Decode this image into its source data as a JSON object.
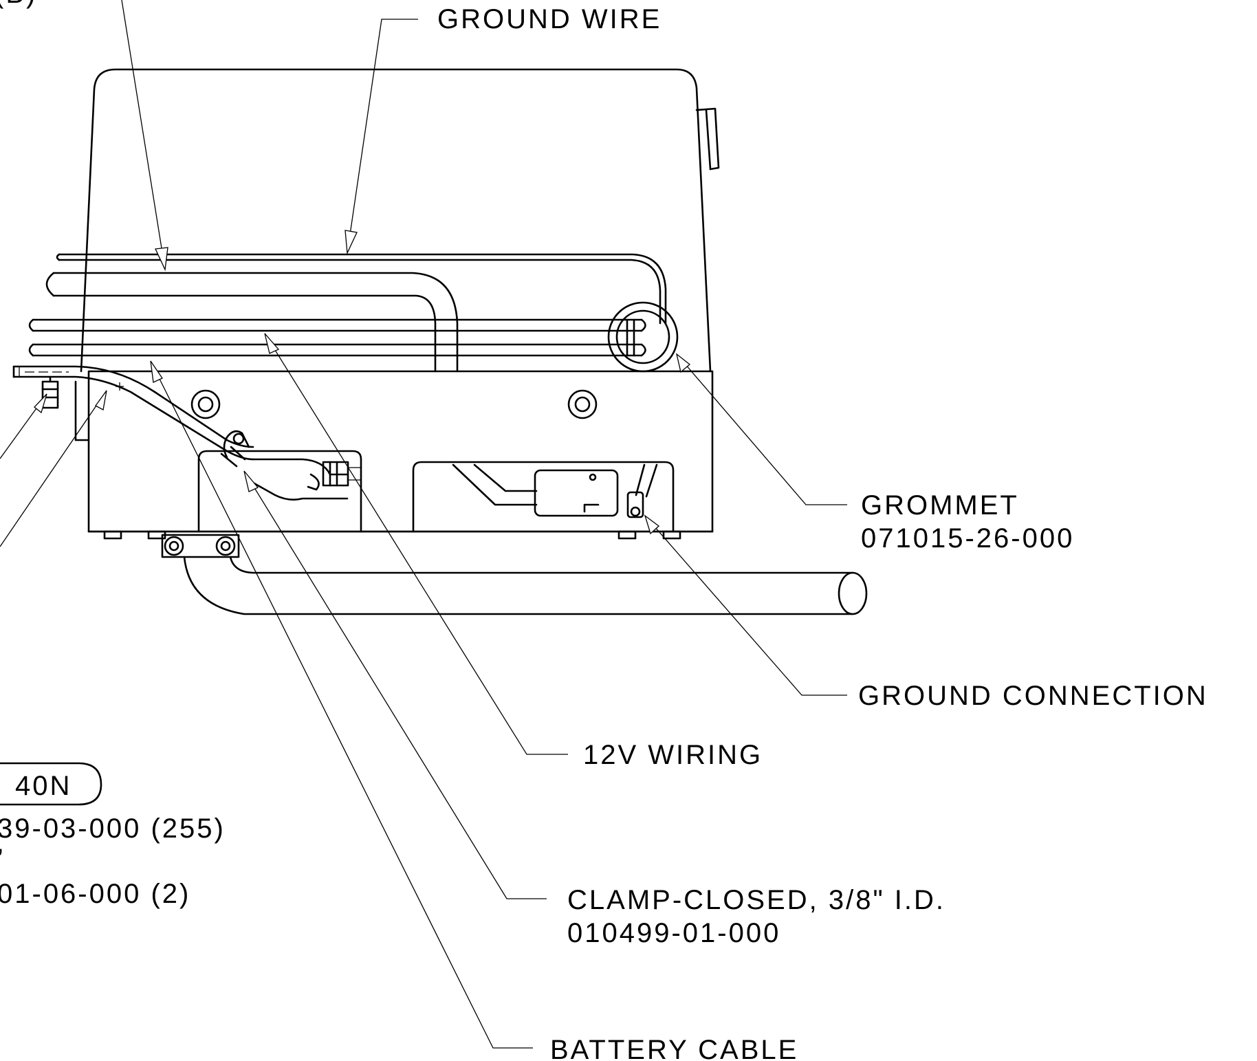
{
  "labels": {
    "top_left_partial": "(B)",
    "ground_wire": "GROUND WIRE",
    "grommet": "GROMMET",
    "grommet_part": "071015-26-000",
    "ground_connection": "GROUND CONNECTION",
    "wiring_12v": "12V WIRING",
    "tag_40n": "40N",
    "left_part_a": "39-03-000 (255)",
    "left_part_b_fragment": "’",
    "left_part_c": "01-06-000 (2)",
    "clamp": "CLAMP-CLOSED, 3/8\" I.D.",
    "clamp_part": "010499-01-000",
    "battery_cable": "BATTERY CABLE"
  }
}
